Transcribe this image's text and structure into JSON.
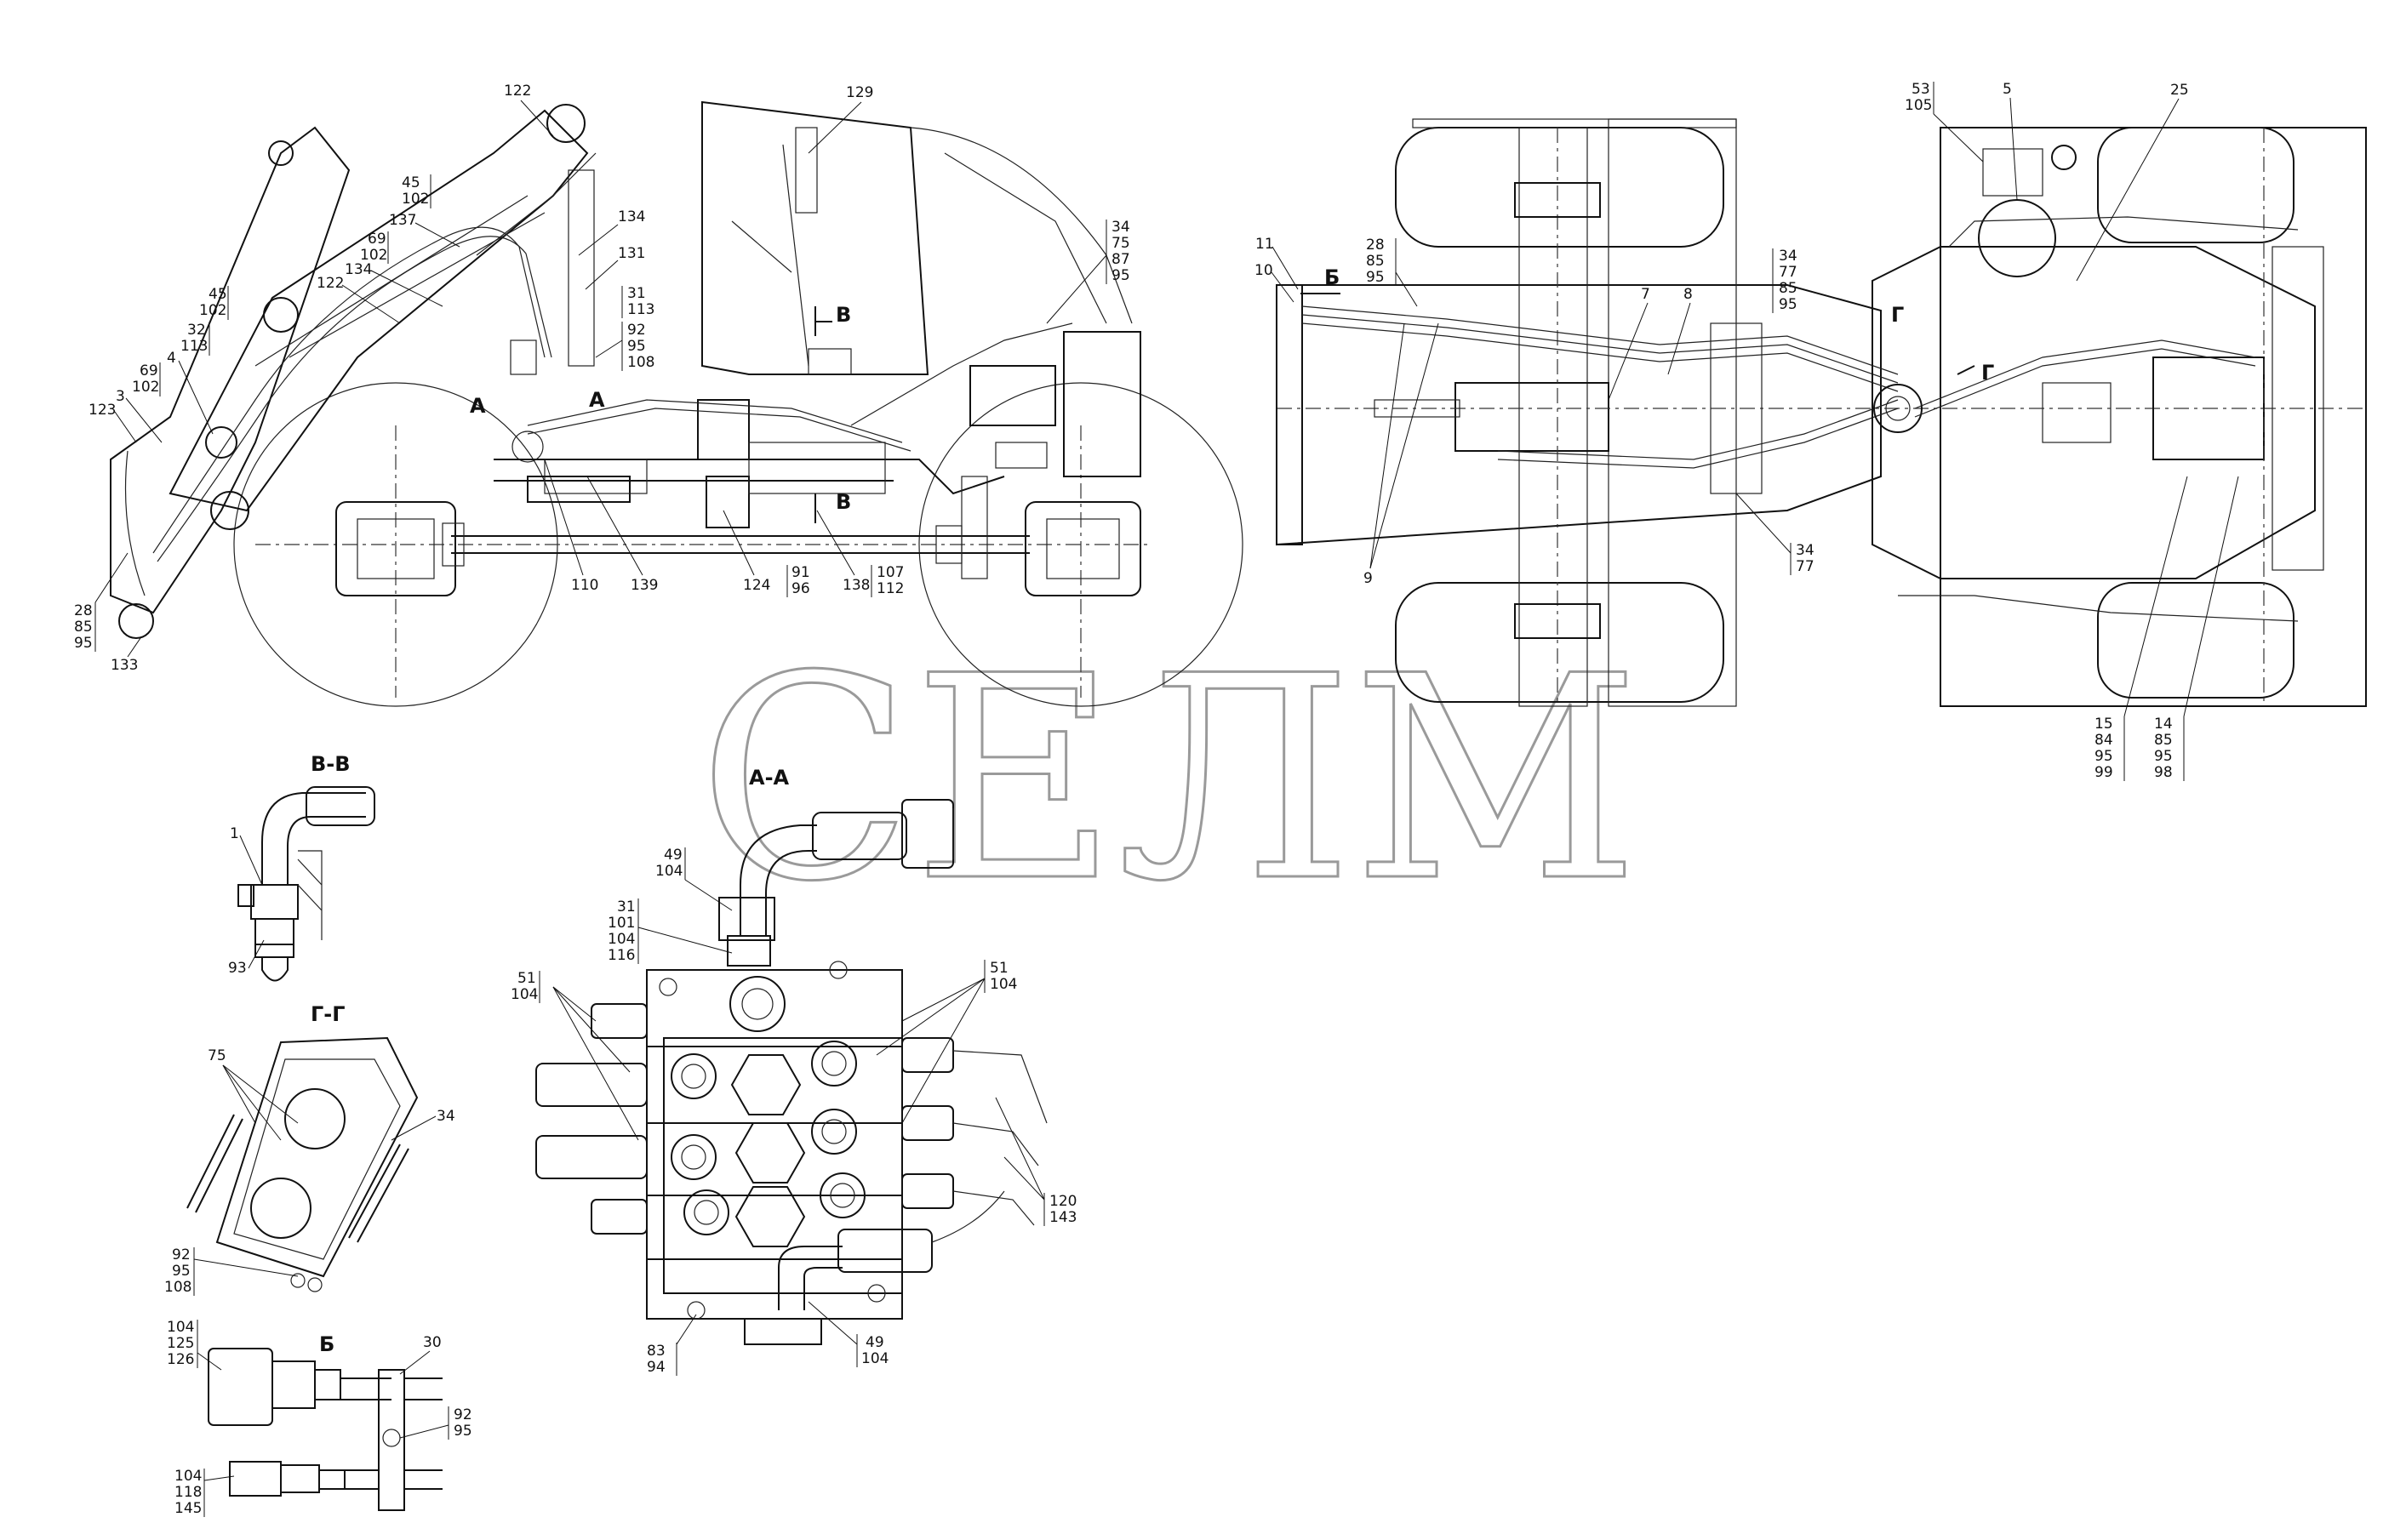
{
  "watermark": "СЕЛМ",
  "sections": {
    "aa": "А-А",
    "vv": "В-В",
    "gg": "Г-Г",
    "b": "Б",
    "mark_a": "А",
    "mark_b": "Б",
    "mark_v": "В",
    "mark_g": "Г"
  },
  "side_view_labels": {
    "l122a": "122",
    "l45_102": [
      "45",
      "102"
    ],
    "l137": "137",
    "l69_102a": [
      "69",
      "102"
    ],
    "l134a": "134",
    "l122b": "122",
    "l45_102b": [
      "45",
      "102"
    ],
    "l32_113": [
      "32",
      "113"
    ],
    "l69_102b": [
      "69",
      "102"
    ],
    "l4": "4",
    "l3": "3",
    "l123": "123",
    "l28_85_95": [
      "28",
      "85",
      "95"
    ],
    "l133": "133",
    "l129": "129",
    "l134b": "134",
    "l131": "131",
    "l31_113": [
      "31",
      "113"
    ],
    "l92_95_108": [
      "92",
      "95",
      "108"
    ],
    "l34_75_87_95": [
      "34",
      "75",
      "87",
      "95"
    ],
    "l110": "110",
    "l139": "139",
    "l124": "124",
    "l91_96": [
      "91",
      "96"
    ],
    "l138": "138",
    "l107_112": [
      "107",
      "112"
    ]
  },
  "top_view_labels": {
    "l11": "11",
    "l10": "10",
    "l28_85_95": [
      "28",
      "85",
      "95"
    ],
    "l7": "7",
    "l8": "8",
    "l34_77_85_95": [
      "34",
      "77",
      "85",
      "95"
    ],
    "l9": "9",
    "l34_77": [
      "34",
      "77"
    ],
    "l53_105": [
      "53",
      "105"
    ],
    "l5": "5",
    "l25": "25",
    "l15_84_95_99": [
      "15",
      "84",
      "95",
      "99"
    ],
    "l14_85_95_98": [
      "14",
      "85",
      "95",
      "98"
    ]
  },
  "aa_labels": {
    "l49_104_top": [
      "49",
      "104"
    ],
    "l31_101_104_116": [
      "31",
      "101",
      "104",
      "116"
    ],
    "l51_104_left": [
      "51",
      "104"
    ],
    "l51_104_right": [
      "51",
      "104"
    ],
    "l120_143": [
      "120",
      "143"
    ],
    "l83_94": [
      "83",
      "94"
    ],
    "l49_104_bot": [
      "49",
      "104"
    ]
  },
  "vv_labels": {
    "l1": "1",
    "l93": "93"
  },
  "gg_labels": {
    "l75": "75",
    "l34": "34",
    "l92_95_108": [
      "92",
      "95",
      "108"
    ]
  },
  "b_labels": {
    "l104_125_126": [
      "104",
      "125",
      "126"
    ],
    "l30": "30",
    "l92_95": [
      "92",
      "95"
    ],
    "l104_118_145": [
      "104",
      "118",
      "145"
    ]
  }
}
